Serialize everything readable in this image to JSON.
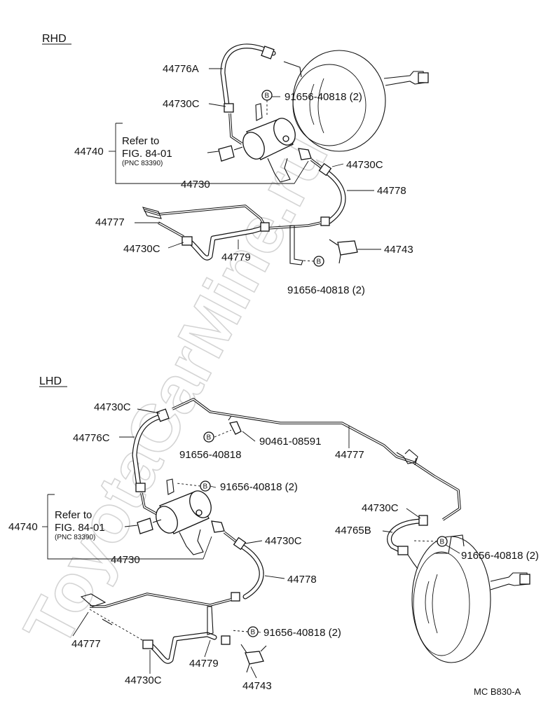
{
  "watermark": "ToyotaCarMine.ru",
  "rhd": {
    "heading": "RHD",
    "labels": {
      "hose_top": "44776A",
      "clamp_top": "44730C",
      "refer_to": "Refer to",
      "fig": "FIG. 84-01",
      "pnc": "(PNC 83390)",
      "tank_ref": "44740",
      "bolt_top": "91656-40818 (2)",
      "bolt_symbol": "B",
      "clamp_right": "44730C",
      "tank_assy": "44730",
      "hose_right": "44778",
      "tube": "44777",
      "clamp_left": "44730C",
      "hose_lower": "44779",
      "valve": "44743",
      "bolt_bottom": "91656-40818 (2)"
    }
  },
  "lhd": {
    "heading": "LHD",
    "labels": {
      "clamp_top": "44730C",
      "hose_top": "44776C",
      "bolt_a_symbol": "B",
      "bolt_a": "91656-40818",
      "screw": "90461-08591",
      "tube_top": "44777",
      "bolt_b_symbol": "B",
      "bolt_b": "91656-40818 (2)",
      "refer_to": "Refer to",
      "fig": "FIG. 84-01",
      "pnc": "(PNC 83390)",
      "tank_ref": "44740",
      "tank_assy": "44730",
      "clamp_mid": "44730C",
      "clamp_booster": "44730C",
      "hose_booster": "44765B",
      "bolt_c_symbol": "B",
      "bolt_c": "91656-40818 (2)",
      "hose_right": "44778",
      "bolt_d_symbol": "B",
      "bolt_d": "91656-40818 (2)",
      "tube_bottom": "44777",
      "hose_lower": "44779",
      "clamp_bottom": "44730C",
      "valve": "44743"
    }
  },
  "footer": {
    "code": "MC  B830-A"
  }
}
